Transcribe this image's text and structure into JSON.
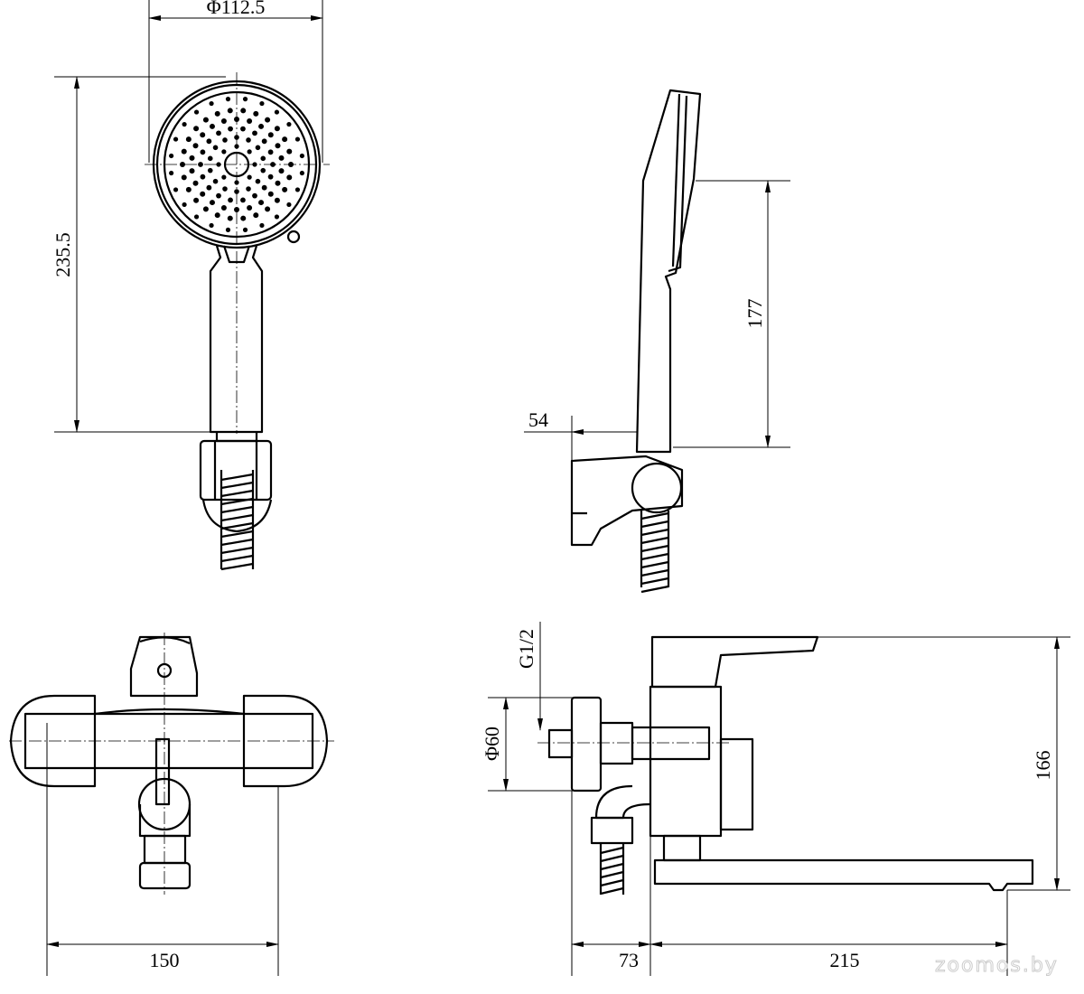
{
  "drawing": {
    "dimensions": {
      "head_diameter": "Φ112.5",
      "shower_length": "235.5",
      "handle_length": "177",
      "holder_offset": "54",
      "thread": "G1/2",
      "flange_diameter": "Φ60",
      "mixer_height": "166",
      "mixer_width": "150",
      "wall_offset": "73",
      "spout_reach": "215"
    },
    "views": [
      "shower-head-front",
      "shower-head-side",
      "mixer-front",
      "mixer-side"
    ],
    "watermark": "zoomos.by",
    "line_color": "#000000",
    "background": "#ffffff"
  }
}
